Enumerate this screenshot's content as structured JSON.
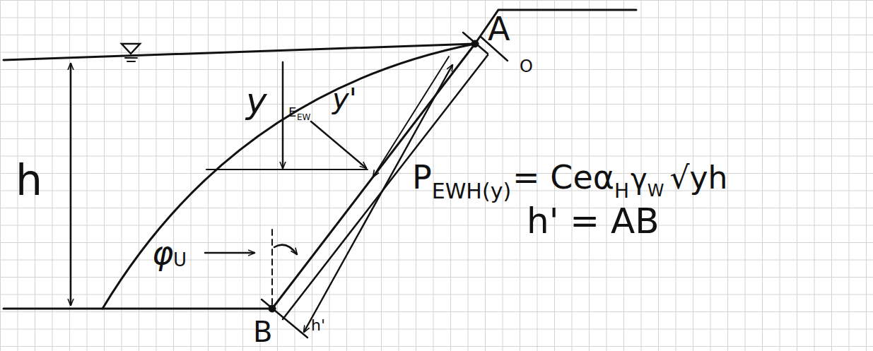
{
  "diagram": {
    "labels": [
      "A",
      "O",
      "y",
      "y'",
      "E",
      "EW",
      "h",
      "φ",
      "U",
      "B",
      "h'",
      "P",
      "EWH(y)",
      "= Ceα",
      "H",
      "γ",
      "W",
      "√yh",
      "h' = AB"
    ]
  }
}
